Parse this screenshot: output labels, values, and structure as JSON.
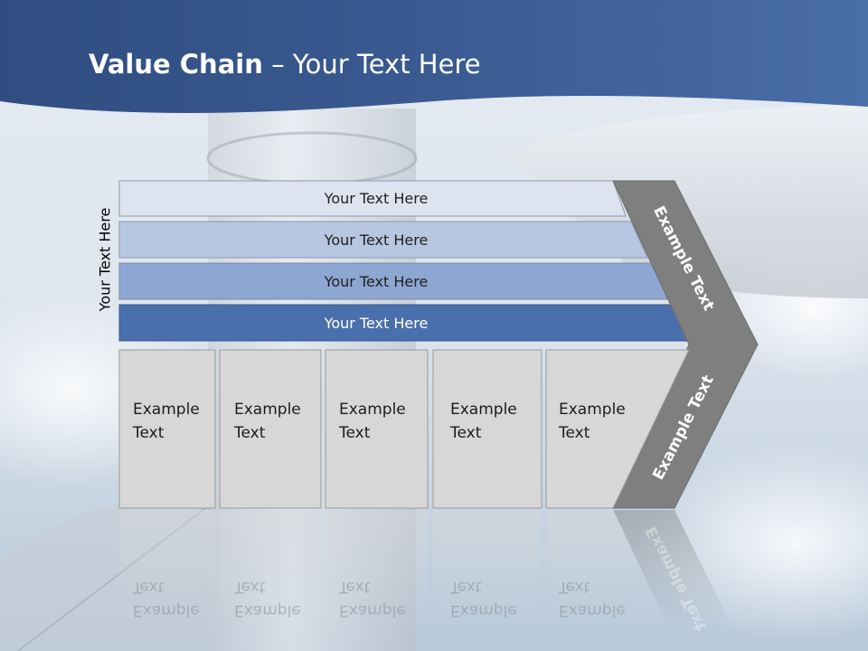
{
  "slide": {
    "title_bold": "Value Chain",
    "title_rest": "– Your Text Here",
    "side_label": "Your Text Here",
    "rows": [
      {
        "label": "Your Text Here",
        "color": "#dde4ef"
      },
      {
        "label": "Your Text Here",
        "color": "#b7c6e1"
      },
      {
        "label": "Your Text Here",
        "color": "#8da7d2"
      },
      {
        "label": "Your Text Here",
        "color": "#4a6fad"
      }
    ],
    "cells": [
      {
        "line1": "Example",
        "line2": "Text"
      },
      {
        "line1": "Example",
        "line2": "Text"
      },
      {
        "line1": "Example",
        "line2": "Text"
      },
      {
        "line1": "Example",
        "line2": "Text"
      },
      {
        "line1": "Example",
        "line2": "Text"
      }
    ],
    "chevron_top": "Example Text",
    "chevron_bottom": "Example Text",
    "colors": {
      "header_band": "#3d5d93",
      "cell_fill": "#d7d7d7",
      "chevron_fill": "#7f7f7f"
    }
  }
}
